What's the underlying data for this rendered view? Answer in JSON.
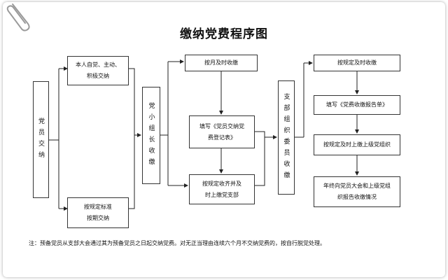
{
  "title": "缴纳党费程序图",
  "members_box": "党员交纳",
  "voluntary_box": {
    "line1": "本人自觉、主动、",
    "line2": "积极交纳"
  },
  "regular_box": {
    "line1": "按规定标准",
    "line2": "按期交纳"
  },
  "group_leader_box": "党小组长收缴",
  "monthly_box": "按月及时收缴",
  "fill_register_box": {
    "line1": "填写《党员交纳党",
    "line2": "费登记表》"
  },
  "submit_branch_box": {
    "line1": "按规定收齐并及",
    "line2": "时上缴党支部"
  },
  "branch_committee_box": "支部组织委员收缴",
  "timely_collect_box": "按规定及时收缴",
  "fill_report_box": "填写《党费收缴报告单》",
  "submit_upper_box": "按规定及时上缴上级党组织",
  "annual_report_box": {
    "line1": "年终向党员大会和上级党组",
    "line2": "织报告收缴情况"
  },
  "note": "注：预备党员从支部大会通过其为预备党员之日起交纳党费。对无正当理由连续六个月不交纳党费的，按自行脱党处理。"
}
